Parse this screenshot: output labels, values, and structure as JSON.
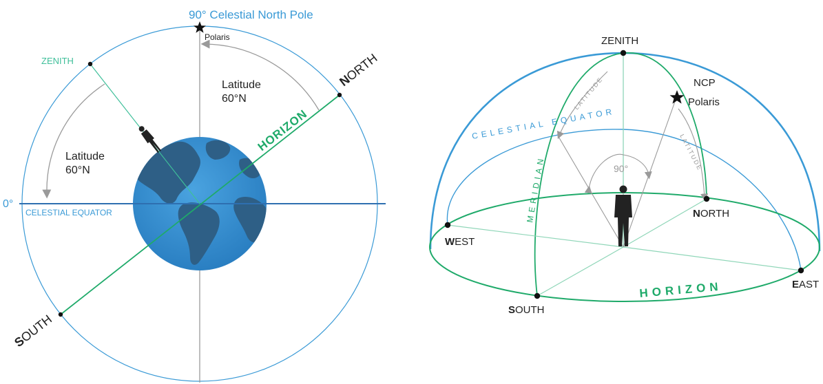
{
  "left_diagram": {
    "top_label": "90° Celestial North Pole",
    "polaris": "Polaris",
    "zenith": "ZENITH",
    "latitude_left_line1": "Latitude",
    "latitude_left_line2": "60°N",
    "latitude_right_line1": "Latitude",
    "latitude_right_line2": "60°N",
    "horizon": "HORIZON",
    "north_initial": "N",
    "north_rest": "ORTH",
    "south_initial": "S",
    "south_rest": "OUTH",
    "zero_deg": "0°",
    "celestial_equator": "CELESTIAL EQUATOR"
  },
  "right_diagram": {
    "zenith": "ZENITH",
    "ncp": "NCP",
    "polaris": "Polaris",
    "latitude_upper": "LATITUDE",
    "latitude_right": "LATITUDE",
    "celestial_equator": "CELESTIAL EQUATOR",
    "meridian": "MERIDIAN",
    "angle": "90°",
    "north_initial": "N",
    "north_rest": "ORTH",
    "west_initial": "W",
    "west_rest": "EST",
    "south_initial": "S",
    "south_rest": "OUTH",
    "east_initial": "E",
    "east_rest": "AST",
    "horizon": "HORIZON"
  },
  "colors": {
    "celestial_blue": "#3a9ad6",
    "horizon_green": "#1faa6a",
    "zenith_teal": "#3fbf9a",
    "earth_ocean": "#2f86cc",
    "earth_land": "#2e5f86",
    "guide_grey": "#9a9a9a"
  }
}
